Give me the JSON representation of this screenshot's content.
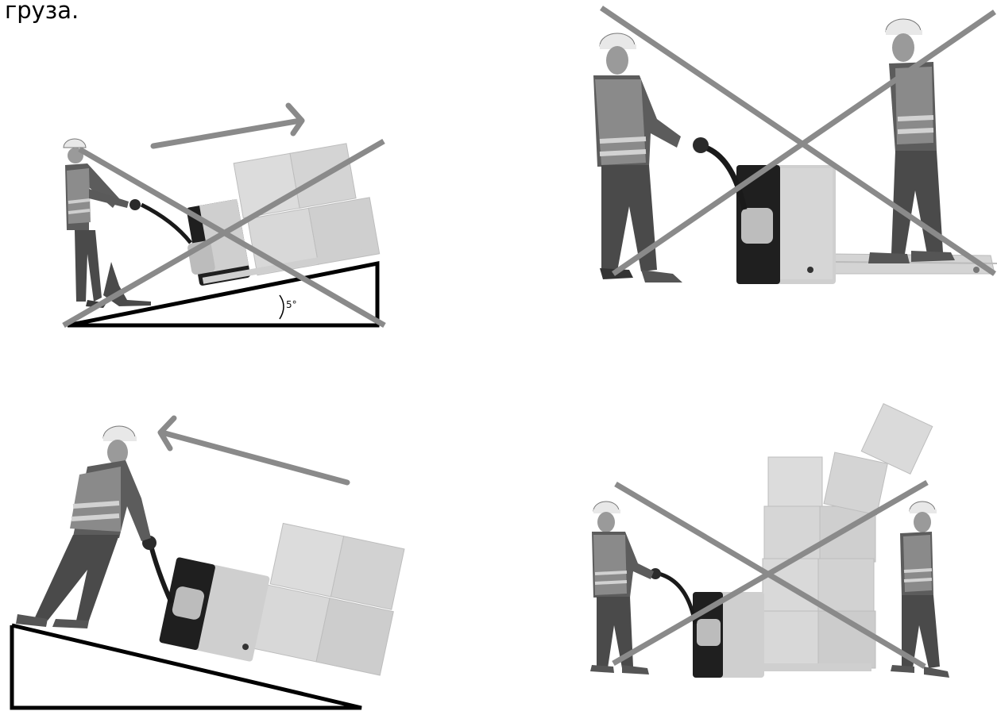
{
  "caption": {
    "text": "груза."
  },
  "panels": [
    {
      "id": "uphill-with-load-forward",
      "prohibited": true,
      "angle_label": "5°"
    },
    {
      "id": "person-riding-forks",
      "prohibited": true
    },
    {
      "id": "downhill-load-downhill-ok",
      "prohibited": false
    },
    {
      "id": "stacked-load-unstable",
      "prohibited": true
    }
  ],
  "colors": {
    "cross": "#8a8a8a",
    "arrow": "#8a8a8a",
    "ramp": "#000000",
    "box": "#d9d9d9",
    "vest": "#7a7a7a",
    "truck": "#1e1e1e"
  }
}
